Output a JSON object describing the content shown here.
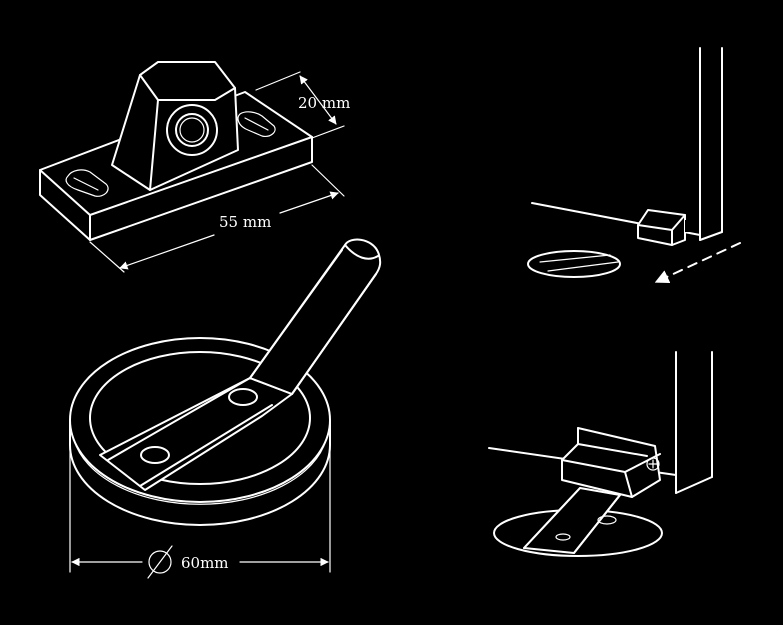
{
  "colors": {
    "background": "#000000",
    "line": "#ffffff"
  },
  "labels": {
    "height_dim": "20 mm",
    "length_dim": "55 mm",
    "diameter_dim": "60mm",
    "diameter_symbol": "diameter-symbol"
  },
  "icons": {
    "screw": "screw-head-icon",
    "arrow": "dashed-arrow-icon"
  }
}
